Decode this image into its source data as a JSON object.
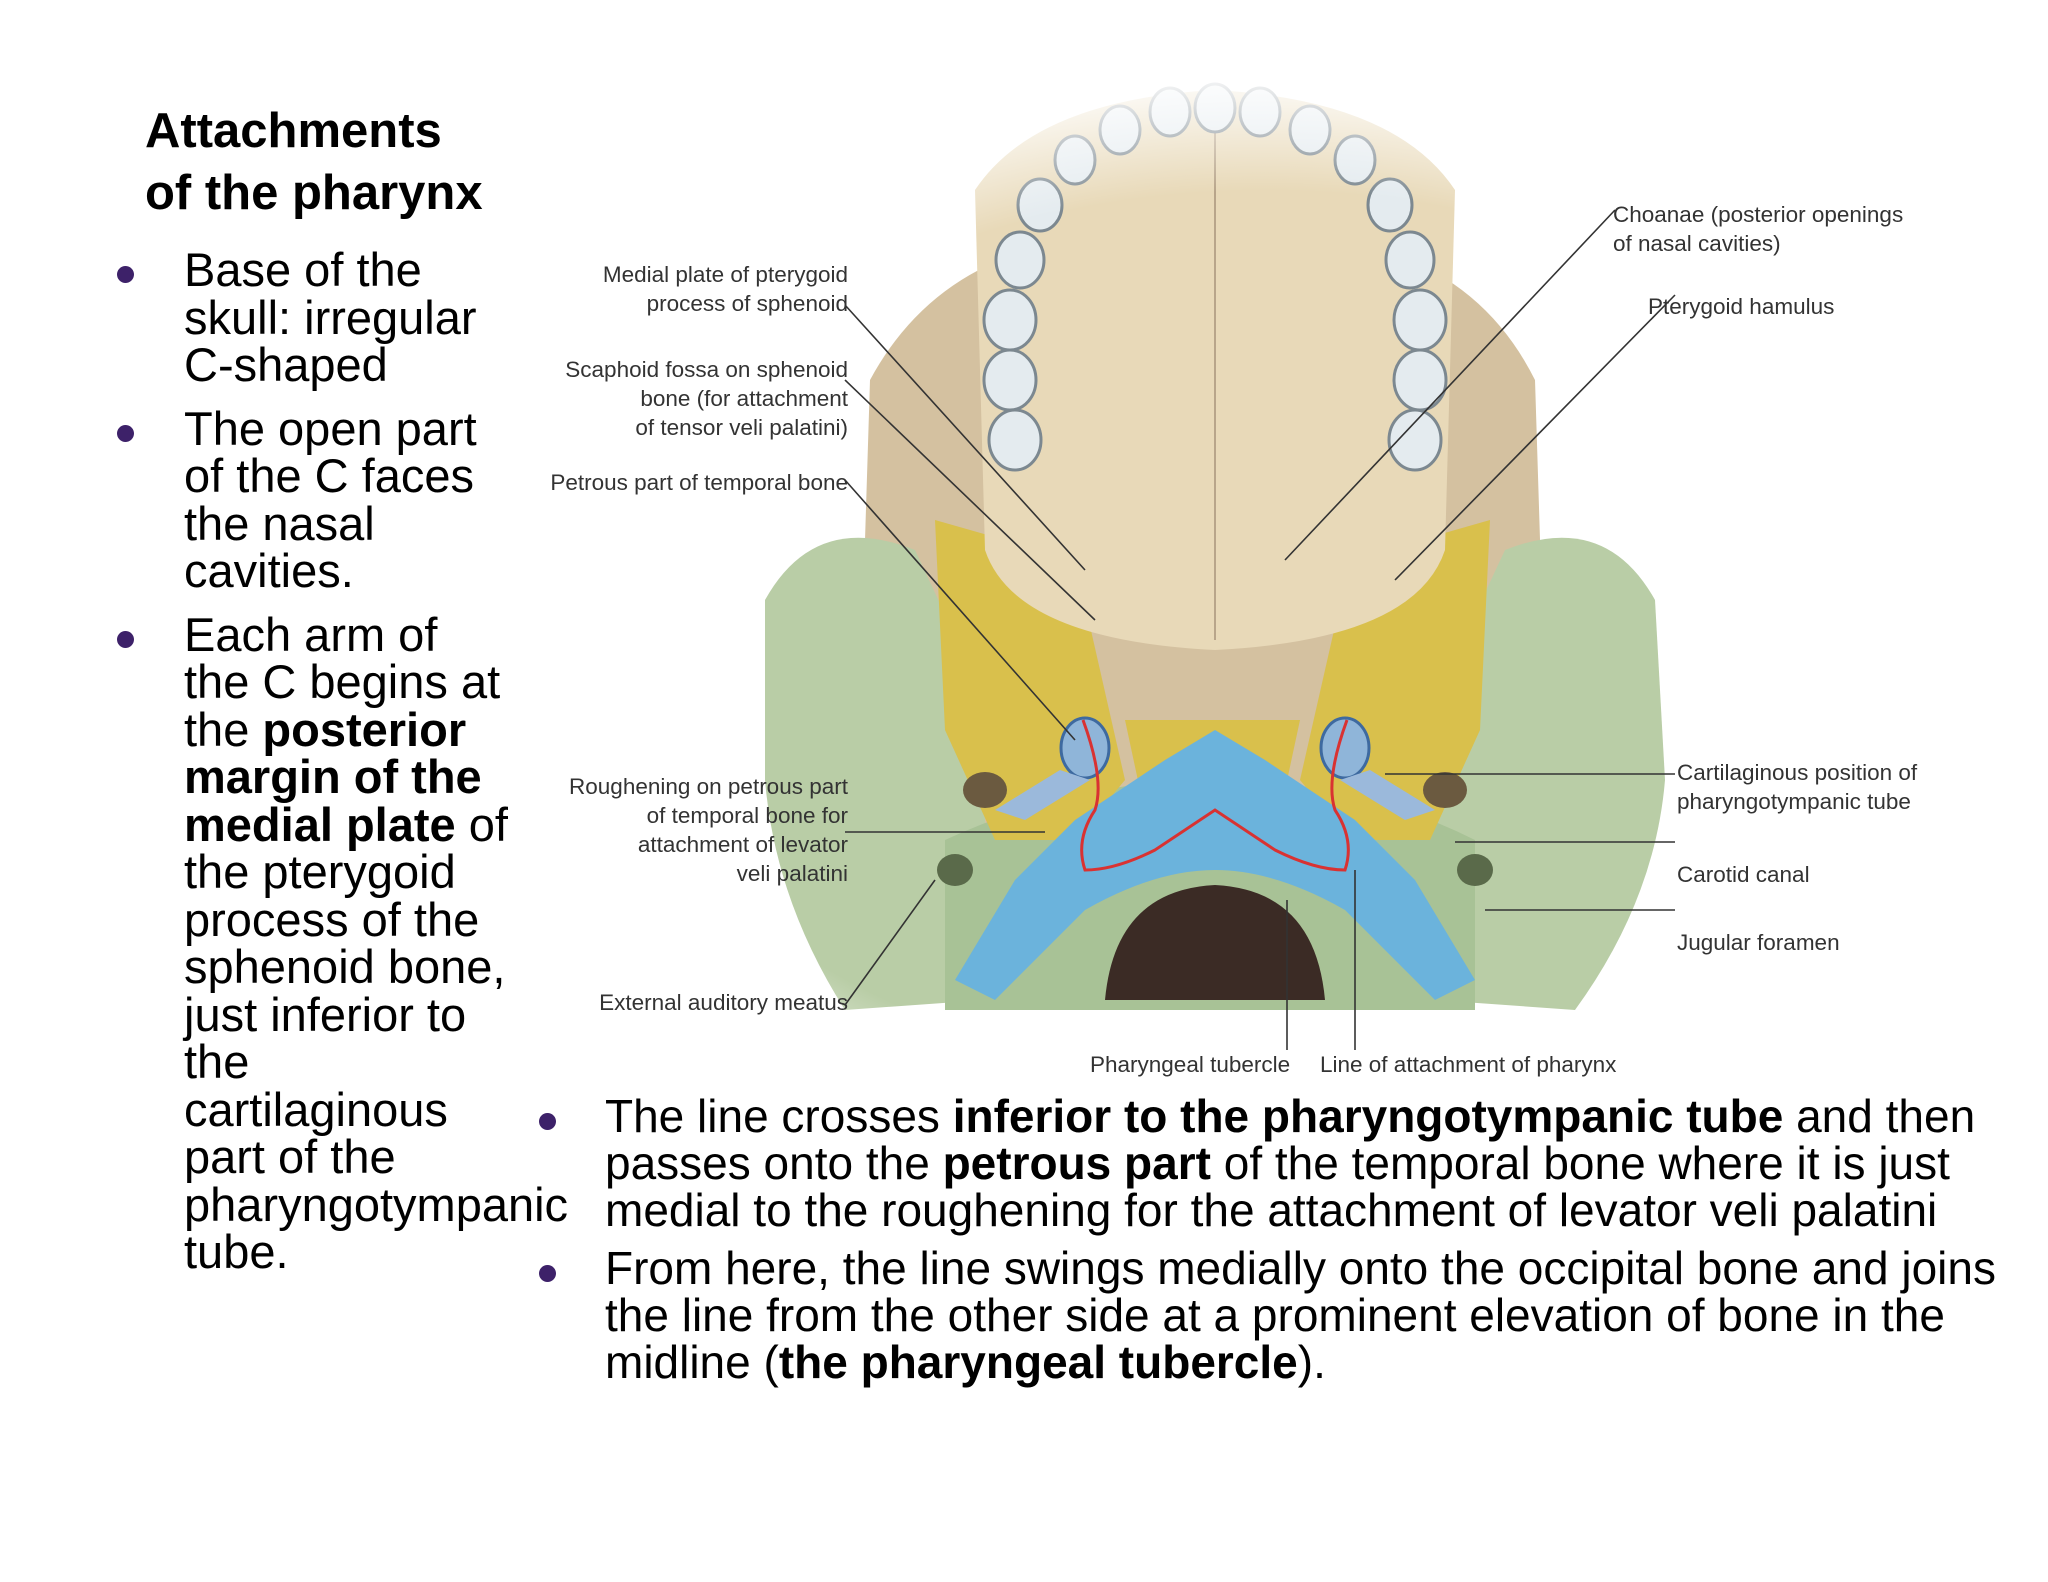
{
  "title": {
    "line1": "Attachments",
    "line2": "of the pharynx"
  },
  "left_bullets": [
    {
      "text": "Base of the skull: irregular C-shaped"
    },
    {
      "text": "The open part of the C faces the nasal cavities."
    },
    {
      "text_before": "Each arm of the C begins at the ",
      "bold": "posterior margin of the medial plate",
      "text_after": " of the pterygoid process of the sphenoid bone, just inferior to the cartilaginous part of the pharyngotympanic tube."
    }
  ],
  "bottom_bullets": [
    {
      "t1": "The line crosses ",
      "b1": "inferior to the pharyngotympanic tube",
      "t2": " and then passes onto the ",
      "b2": "petrous part",
      "t3": " of the temporal bone where it is just medial to the roughening for the attachment of levator veli palatini"
    },
    {
      "t1": "From here, the line swings medially onto the occipital bone and joins the line from the other side at a prominent elevation of bone in the midline (",
      "b1": "the pharyngeal tubercle",
      "t2": ")."
    }
  ],
  "figure": {
    "labels": {
      "medial_plate": [
        "Medial plate of pterygoid",
        "process of sphenoid"
      ],
      "scaphoid_fossa": [
        "Scaphoid fossa on sphenoid",
        "bone (for attachment",
        "of tensor veli palatini)"
      ],
      "petrous_part": [
        "Petrous part of temporal bone"
      ],
      "roughening": [
        "Roughening on petrous part",
        "of temporal bone for",
        "attachment of levator",
        "veli palatini"
      ],
      "external_auditory": [
        "External auditory meatus"
      ],
      "pharyngeal_tubercle": [
        "Pharyngeal tubercle"
      ],
      "line_of_attachment": [
        "Line of attachment of pharynx"
      ],
      "choanae": [
        "Choanae (posterior openings",
        "of nasal cavities)"
      ],
      "pterygoid_hamulus": [
        "Pterygoid hamulus"
      ],
      "cartilaginous": [
        "Cartilaginous position of",
        "pharyngotympanic tube"
      ],
      "carotid_canal": [
        "Carotid canal"
      ],
      "jugular_foramen": [
        "Jugular foramen"
      ]
    }
  }
}
